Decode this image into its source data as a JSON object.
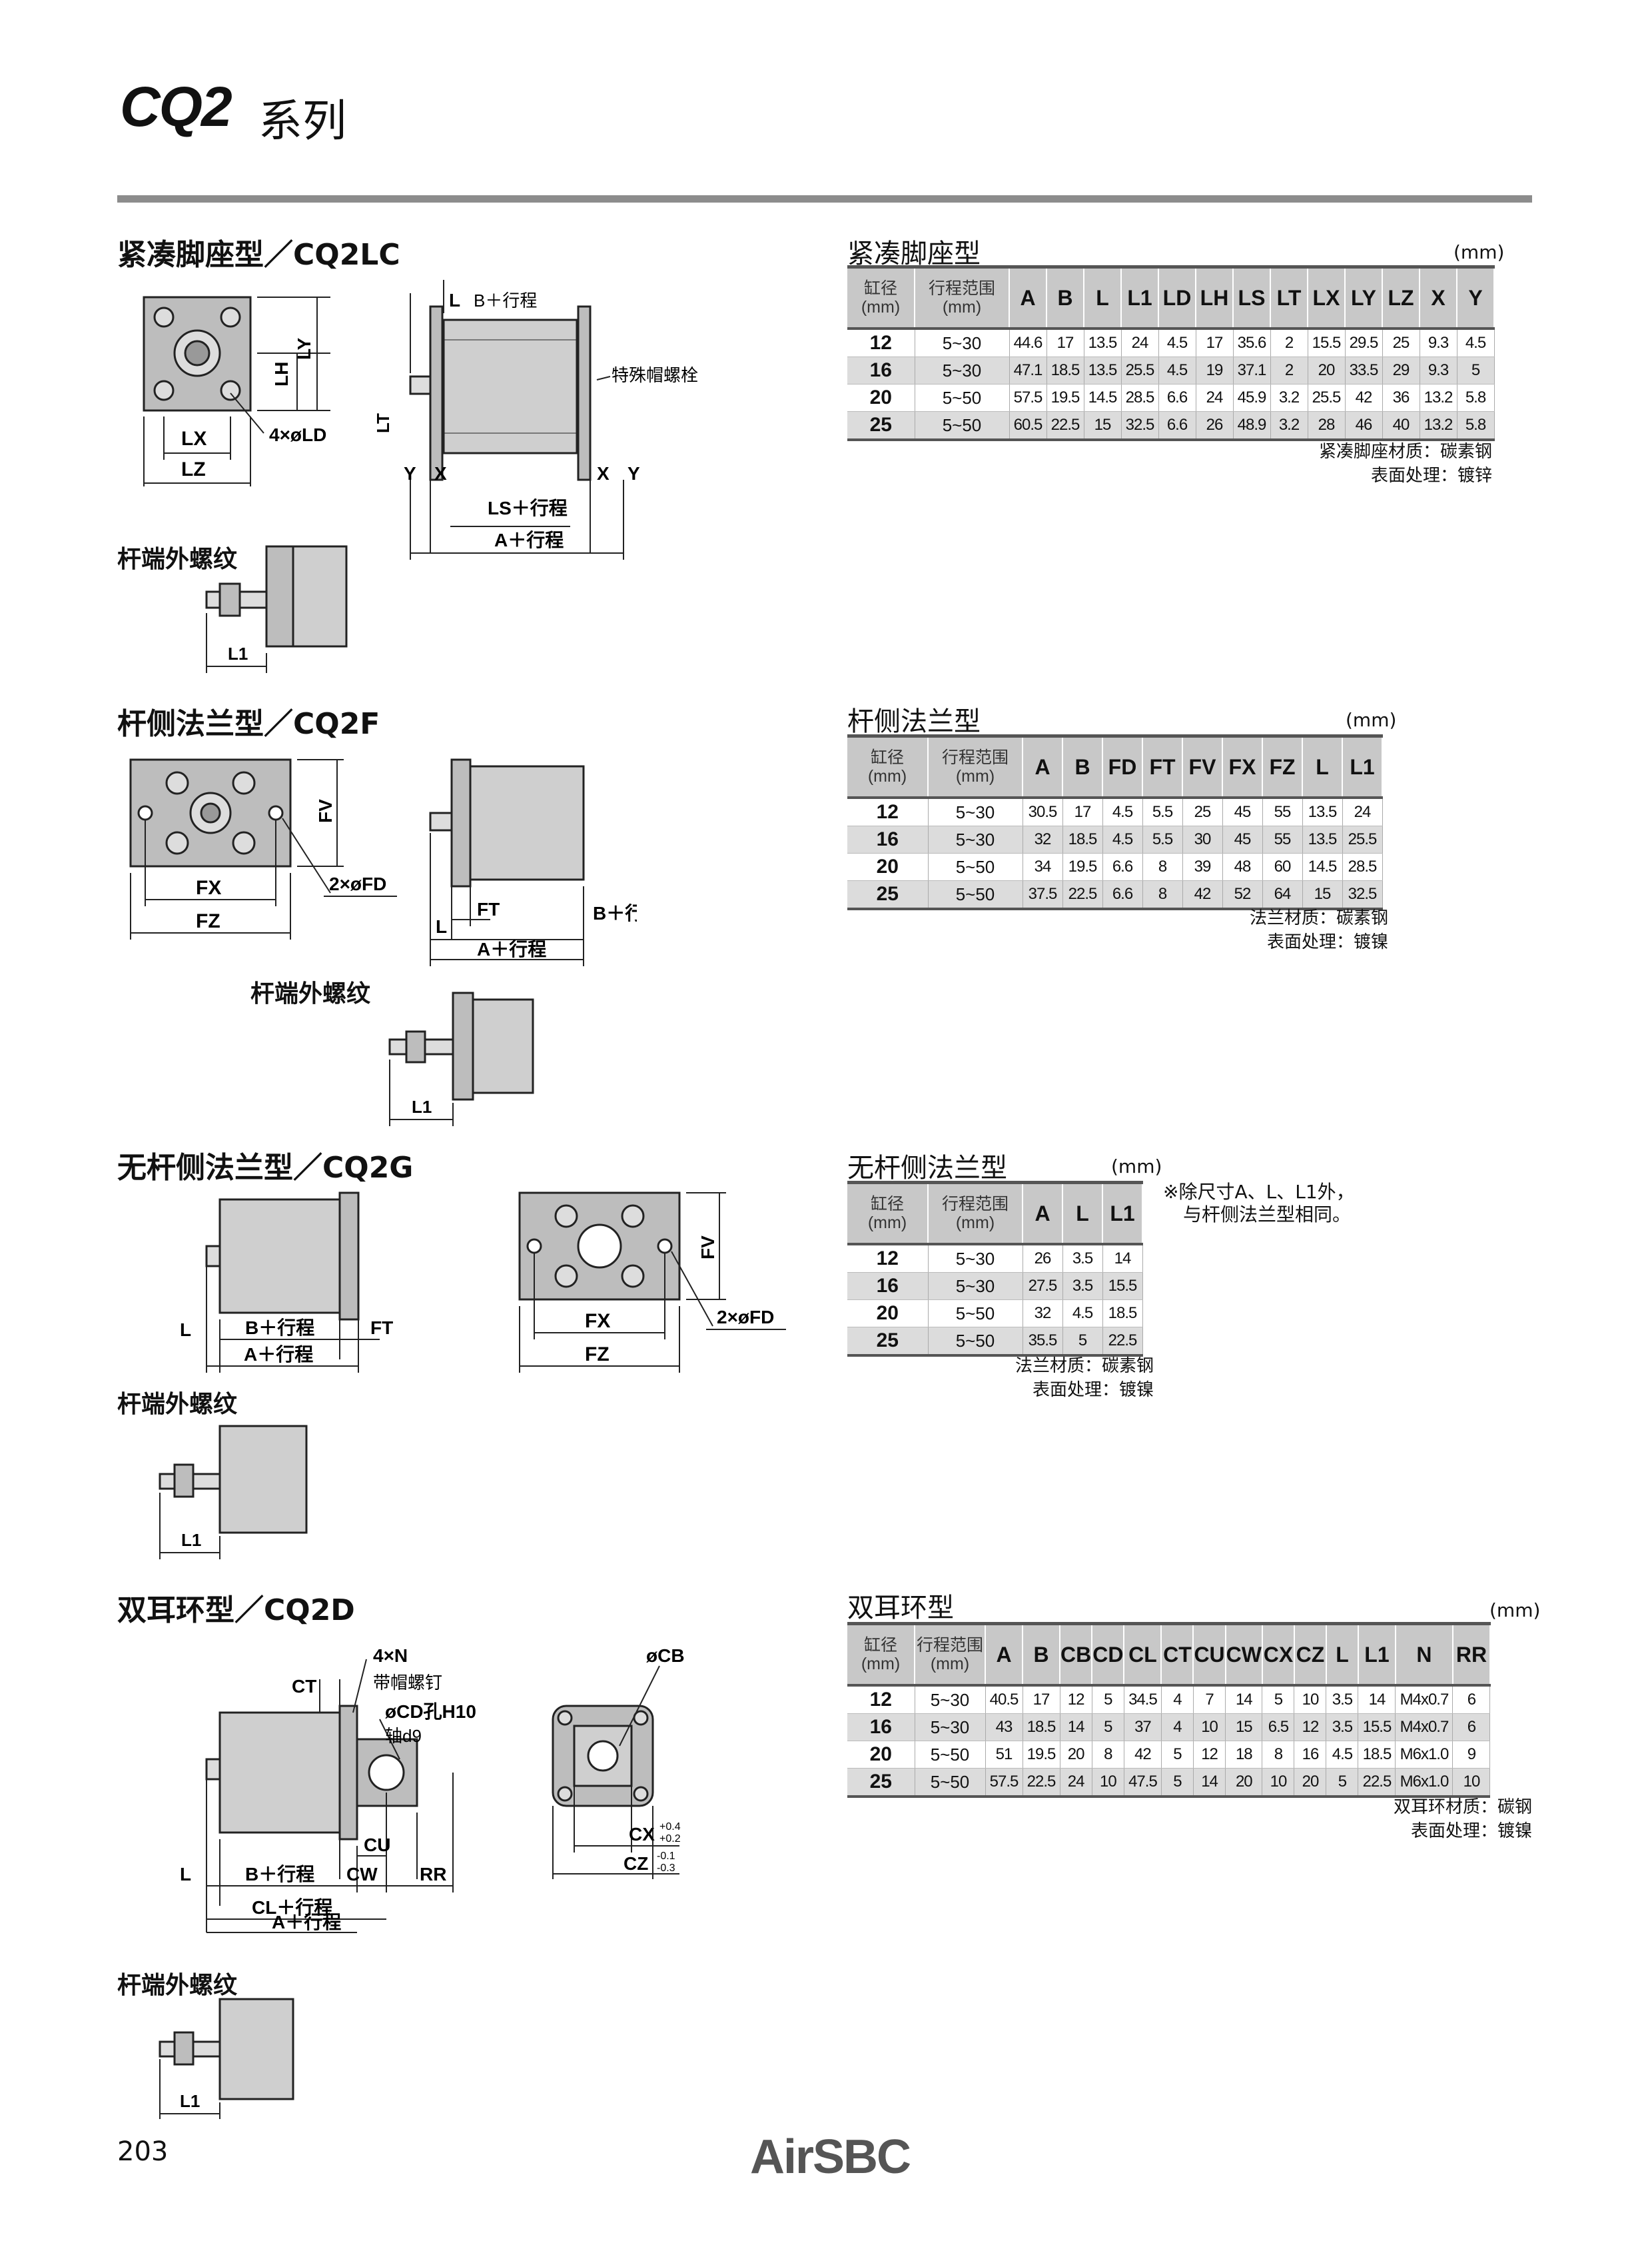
{
  "header": {
    "series": "CQ2",
    "series_suffix": "系列"
  },
  "sections": {
    "lc": {
      "title": "紧凑脚座型／CQ2LC",
      "rod_thread": "杆端外螺纹",
      "table_title": "紧凑脚座型",
      "unit": "(mm)",
      "columns": [
        "缸径\n(mm)",
        "行程范围\n(mm)",
        "A",
        "B",
        "L",
        "L1",
        "LD",
        "LH",
        "LS",
        "LT",
        "LX",
        "LY",
        "LZ",
        "X",
        "Y"
      ],
      "rows": [
        [
          "12",
          "5~30",
          "44.6",
          "17",
          "13.5",
          "24",
          "4.5",
          "17",
          "35.6",
          "2",
          "15.5",
          "29.5",
          "25",
          "9.3",
          "4.5"
        ],
        [
          "16",
          "5~30",
          "47.1",
          "18.5",
          "13.5",
          "25.5",
          "4.5",
          "19",
          "37.1",
          "2",
          "20",
          "33.5",
          "29",
          "9.3",
          "5"
        ],
        [
          "20",
          "5~50",
          "57.5",
          "19.5",
          "14.5",
          "28.5",
          "6.6",
          "24",
          "45.9",
          "3.2",
          "25.5",
          "42",
          "36",
          "13.2",
          "5.8"
        ],
        [
          "25",
          "5~50",
          "60.5",
          "22.5",
          "15",
          "32.5",
          "6.6",
          "26",
          "48.9",
          "3.2",
          "28",
          "46",
          "40",
          "13.2",
          "5.8"
        ]
      ],
      "note1": "紧凑脚座材质：碳素钢",
      "note2": "表面处理：镀锌",
      "labels": {
        "b_stroke": "B＋行程",
        "special_bolt": "特殊帽螺栓",
        "ld": "4×øLD",
        "ls_stroke": "LS＋行程",
        "a_stroke": "A＋行程",
        "L": "L",
        "LT": "LT",
        "LH": "LH",
        "LY": "LY",
        "LX": "LX",
        "LZ": "LZ",
        "X": "X",
        "Y": "Y",
        "L1": "L1"
      }
    },
    "f": {
      "title": "杆侧法兰型／CQ2F",
      "rod_thread": "杆端外螺纹",
      "table_title": "杆侧法兰型",
      "unit": "(mm)",
      "columns": [
        "缸径\n(mm)",
        "行程范围\n(mm)",
        "A",
        "B",
        "FD",
        "FT",
        "FV",
        "FX",
        "FZ",
        "L",
        "L1"
      ],
      "rows": [
        [
          "12",
          "5~30",
          "30.5",
          "17",
          "4.5",
          "5.5",
          "25",
          "45",
          "55",
          "13.5",
          "24"
        ],
        [
          "16",
          "5~30",
          "32",
          "18.5",
          "4.5",
          "5.5",
          "30",
          "45",
          "55",
          "13.5",
          "25.5"
        ],
        [
          "20",
          "5~50",
          "34",
          "19.5",
          "6.6",
          "8",
          "39",
          "48",
          "60",
          "14.5",
          "28.5"
        ],
        [
          "25",
          "5~50",
          "37.5",
          "22.5",
          "6.6",
          "8",
          "42",
          "52",
          "64",
          "15",
          "32.5"
        ]
      ],
      "note1": "法兰材质：碳素钢",
      "note2": "表面处理：镀镍",
      "labels": {
        "fv": "FV",
        "fx": "FX",
        "fz": "FZ",
        "fd": "2×øFD",
        "ft": "FT",
        "L": "L",
        "b_stroke": "B＋行程",
        "a_stroke": "A＋行程",
        "L1": "L1"
      }
    },
    "g": {
      "title": "无杆侧法兰型／CQ2G",
      "rod_thread": "杆端外螺纹",
      "table_title": "无杆侧法兰型",
      "unit": "(mm)",
      "columns": [
        "缸径\n(mm)",
        "行程范围\n(mm)",
        "A",
        "L",
        "L1"
      ],
      "rows": [
        [
          "12",
          "5~30",
          "26",
          "3.5",
          "14"
        ],
        [
          "16",
          "5~30",
          "27.5",
          "3.5",
          "15.5"
        ],
        [
          "20",
          "5~50",
          "32",
          "4.5",
          "18.5"
        ],
        [
          "25",
          "5~50",
          "35.5",
          "5",
          "22.5"
        ]
      ],
      "side_note1": "※除尺寸A、L、L1外，",
      "side_note2": "与杆侧法兰型相同。",
      "note1": "法兰材质：碳素钢",
      "note2": "表面处理：镀镍",
      "labels": {
        "L": "L",
        "b_stroke": "B＋行程",
        "ft": "FT",
        "a_stroke": "A＋行程",
        "fv": "FV",
        "fx": "FX",
        "fz": "FZ",
        "fd": "2×øFD",
        "L1": "L1"
      }
    },
    "d": {
      "title": "双耳环型／CQ2D",
      "rod_thread": "杆端外螺纹",
      "table_title": "双耳环型",
      "unit": "(mm)",
      "columns": [
        "缸径\n(mm)",
        "行程范围\n(mm)",
        "A",
        "B",
        "CB",
        "CD",
        "CL",
        "CT",
        "CU",
        "CW",
        "CX",
        "CZ",
        "L",
        "L1",
        "N",
        "RR"
      ],
      "rows": [
        [
          "12",
          "5~30",
          "40.5",
          "17",
          "12",
          "5",
          "34.5",
          "4",
          "7",
          "14",
          "5",
          "10",
          "3.5",
          "14",
          "M4x0.7",
          "6"
        ],
        [
          "16",
          "5~30",
          "43",
          "18.5",
          "14",
          "5",
          "37",
          "4",
          "10",
          "15",
          "6.5",
          "12",
          "3.5",
          "15.5",
          "M4x0.7",
          "6"
        ],
        [
          "20",
          "5~50",
          "51",
          "19.5",
          "20",
          "8",
          "42",
          "5",
          "12",
          "18",
          "8",
          "16",
          "4.5",
          "18.5",
          "M6x1.0",
          "9"
        ],
        [
          "25",
          "5~50",
          "57.5",
          "22.5",
          "24",
          "10",
          "47.5",
          "5",
          "14",
          "20",
          "10",
          "20",
          "5",
          "22.5",
          "M6x1.0",
          "10"
        ]
      ],
      "note1": "双耳环材质：碳钢",
      "note2": "表面处理：镀镍",
      "labels": {
        "n": "4×N",
        "ct": "CT",
        "cap_screw": "带帽螺钉",
        "cd": "øCD孔H10",
        "shaft": "轴d9",
        "cb": "øCB",
        "cu": "CU",
        "cw": "CW",
        "rr": "RR",
        "L": "L",
        "b_stroke": "B＋行程",
        "cl_stroke": "CL＋行程",
        "a_stroke": "A＋行程",
        "cx": "CX",
        "cx_tol_up": "+0.4",
        "cx_tol_lo": "+0.2",
        "cz": "CZ",
        "cz_tol_up": "-0.1",
        "cz_tol_lo": "-0.3",
        "L1": "L1"
      }
    }
  },
  "footer": {
    "page": "203",
    "logo": "AirSBC"
  },
  "colors": {
    "rule": "#8c8c8c",
    "table_header": "#c8c8c8",
    "table_shade": "#dcdcdc",
    "part": "#bdbdbd"
  }
}
